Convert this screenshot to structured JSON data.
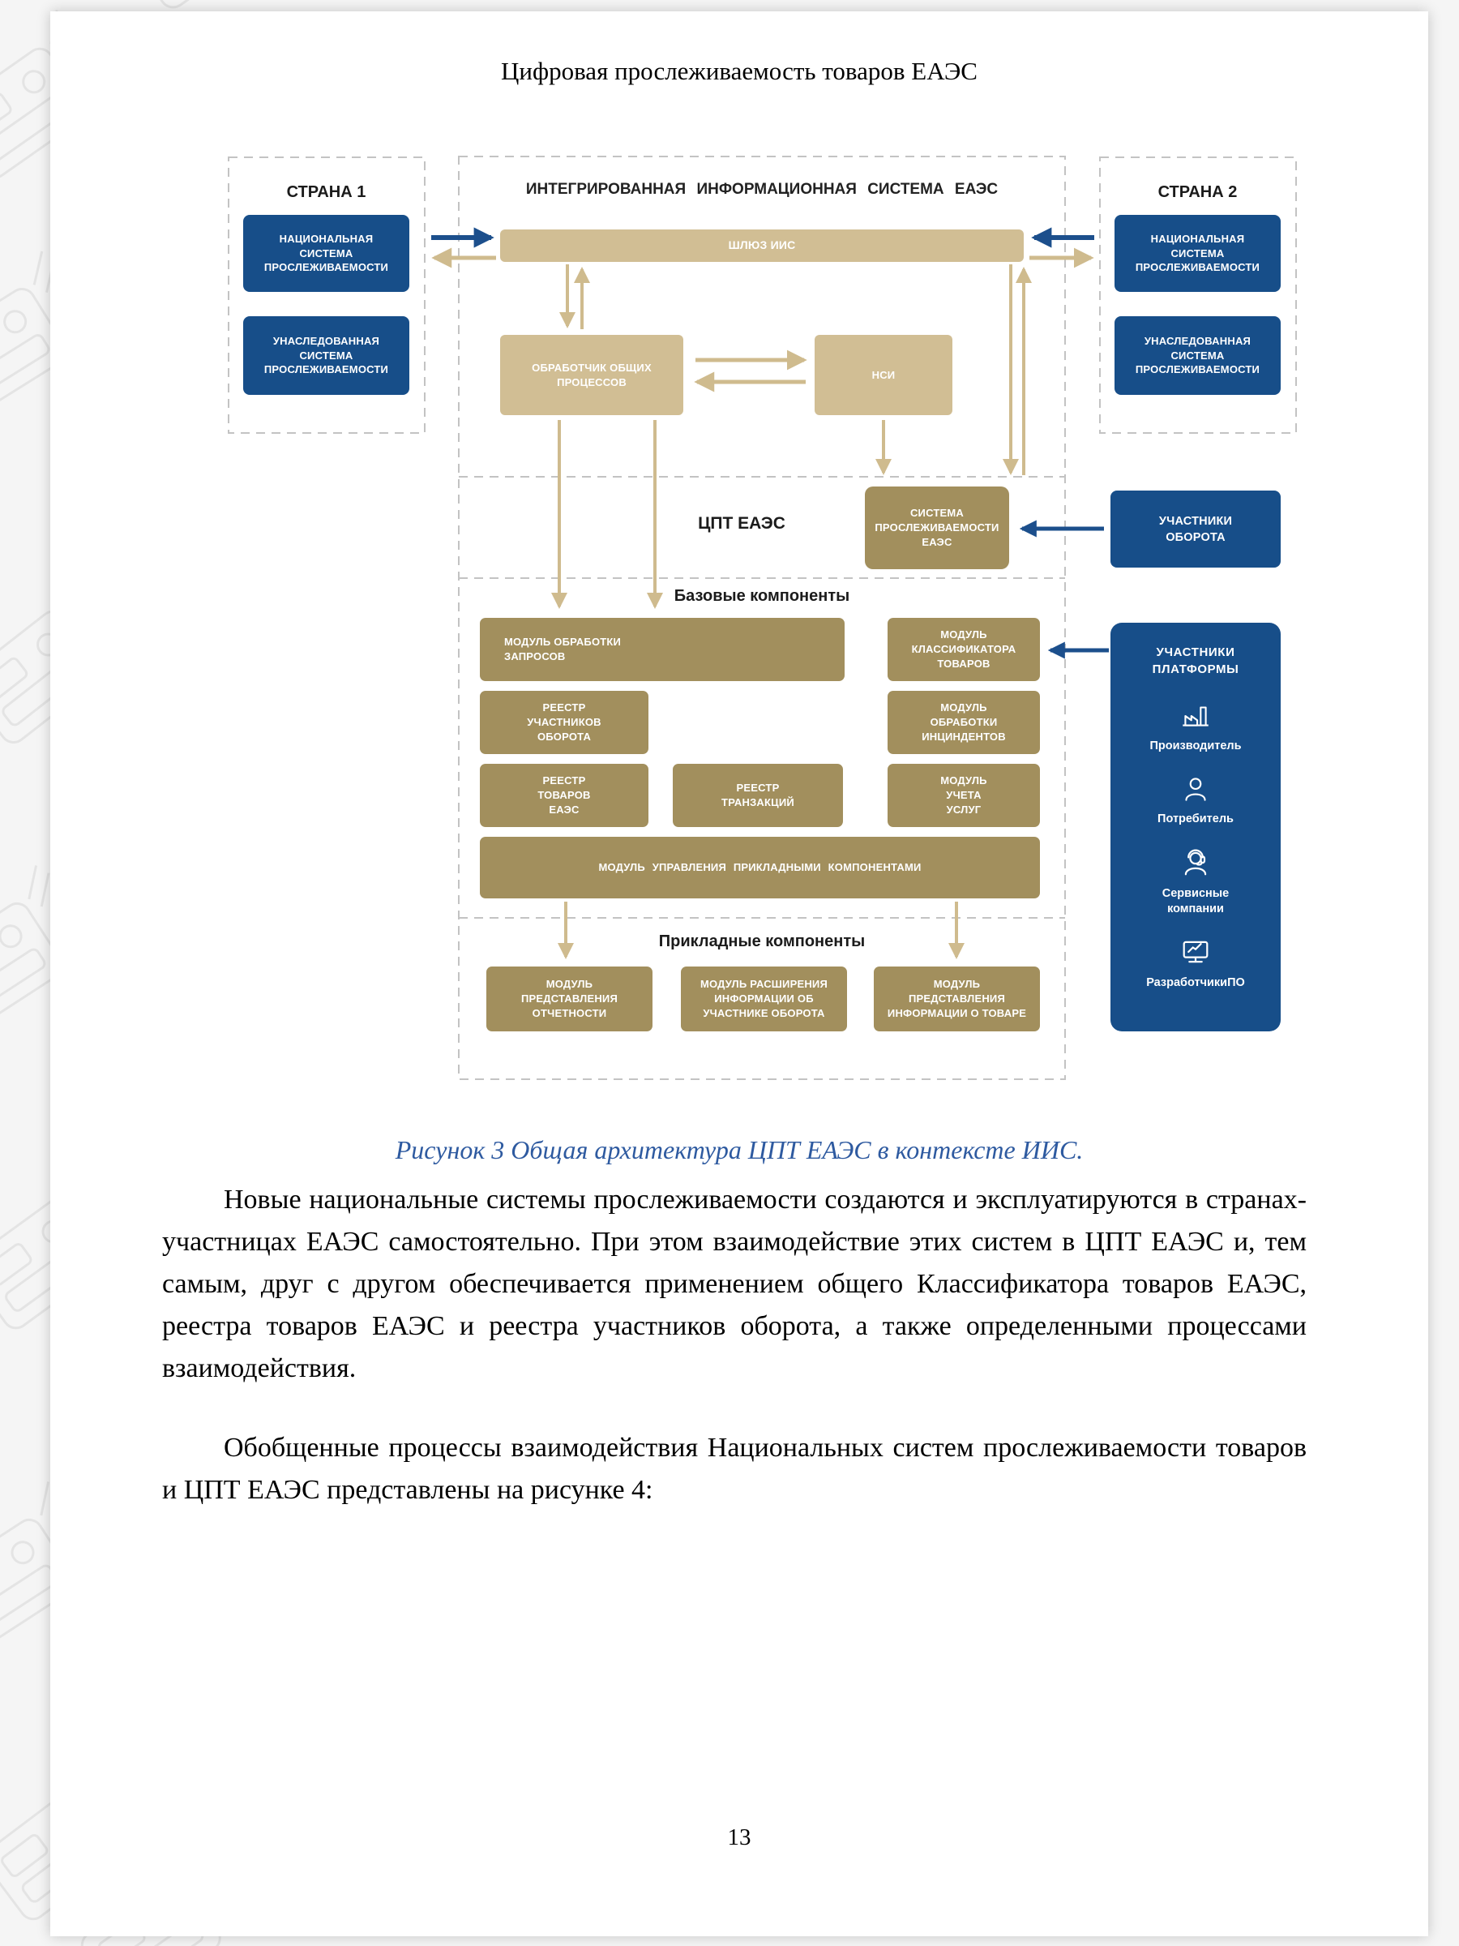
{
  "page": {
    "header": "Цифровая прослеживаемость товаров ЕАЭС",
    "page_number": "13",
    "caption": "Рисунок 3 Общая архитектура ЦПТ ЕАЭС в контексте ИИС.",
    "paragraphs": [
      "Новые национальные системы прослеживаемости создаются и эксплуатируются в странах-участницах ЕАЭС самостоятельно. При этом взаимодействие этих систем в ЦПТ ЕАЭС и, тем самым, друг с другом обеспечивается применением общего Классификатора товаров ЕАЭС, реестра товаров ЕАЭС и реестра участников оборота, а также определенными процессами взаимодействия.",
      "Обобщенные процессы взаимодействия Национальных систем прослеживаемости товаров и ЦПТ ЕАЭС представлены на рисунке 4:"
    ]
  },
  "diagram": {
    "country1": {
      "title": "СТРАНА 1",
      "national": "НАЦИОНАЛЬНАЯ\nСИСТЕМА\nПРОСЛЕЖИВАЕМОСТИ",
      "legacy": "УНАСЛЕДОВАННАЯ\nСИСТЕМА\nПРОСЛЕЖИВАЕМОСТИ"
    },
    "country2": {
      "title": "СТРАНА 2",
      "national": "НАЦИОНАЛЬНАЯ\nСИСТЕМА\nПРОСЛЕЖИВАЕМОСТИ",
      "legacy": "УНАСЛЕДОВАННАЯ\nСИСТЕМА\nПРОСЛЕЖИВАЕМОСТИ"
    },
    "iis": {
      "title": "ИНТЕГРИРОВАННАЯ ИНФОРМАЦИОННАЯ СИСТЕМА ЕАЭС",
      "gateway": "ШЛЮЗ ИИС",
      "processor": "ОБРАБОТЧИК ОБЩИХ\nПРОЦЕССОВ",
      "nsi": "НСИ"
    },
    "cpt": {
      "label": "ЦПТ ЕАЭС",
      "system": "СИСТЕМА\nПРОСЛЕЖИВАЕМОСТИ\nЕАЭС",
      "turnover_participants": "УЧАСТНИКИ\nОБОРОТА"
    },
    "sections": {
      "base_label": "Базовые компоненты",
      "applied_label": "Прикладные компоненты"
    },
    "base_modules": [
      "МОДУЛЬ ОБРАБОТКИ\nЗАПРОСОВ",
      "МОДУЛЬ\nКЛАССИФИКАТОРА\nТОВАРОВ",
      "РЕЕСТР\nУЧАСТНИКОВ\nОБОРОТА",
      "МОДУЛЬ\nОБРАБОТКИ\nИНЦИНДЕНТОВ",
      "РЕЕСТР\nТОВАРОВ\nЕАЭС",
      "РЕЕСТР\nТРАНЗАКЦИЙ",
      "МОДУЛЬ\nУЧЕТА\nУСЛУГ",
      "МОДУЛЬ УПРАВЛЕНИЯ ПРИКЛАДНЫМИ КОМПОНЕНТАМИ"
    ],
    "applied_modules": [
      "МОДУЛЬ\nПРЕДСТАВЛЕНИЯ\nОТЧЕТНОСТИ",
      "МОДУЛЬ РАСШИРЕНИЯ\nИНФОРМАЦИИ ОБ\nУЧАСТНИКЕ ОБОРОТА",
      "МОДУЛЬ\nПРЕДСТАВЛЕНИЯ\nИНФОРМАЦИИ О ТОВАРЕ"
    ],
    "platform": {
      "title": "УЧАСТНИКИ\nПЛАТФОРМЫ",
      "items": [
        {
          "icon": "factory-icon",
          "label": "Производитель"
        },
        {
          "icon": "person-icon",
          "label": "Потребитель"
        },
        {
          "icon": "support-agent-icon",
          "label": "Сервисные\nкомпании"
        },
        {
          "icon": "monitor-icon",
          "label": "РазработчикиПО"
        }
      ]
    },
    "colors": {
      "accent_blue": "#174e89",
      "tan": "#d1be94",
      "olive": "#a28f5d",
      "arrow_tan": "#cfbb8e",
      "caption_blue": "#2e5aa0"
    }
  }
}
